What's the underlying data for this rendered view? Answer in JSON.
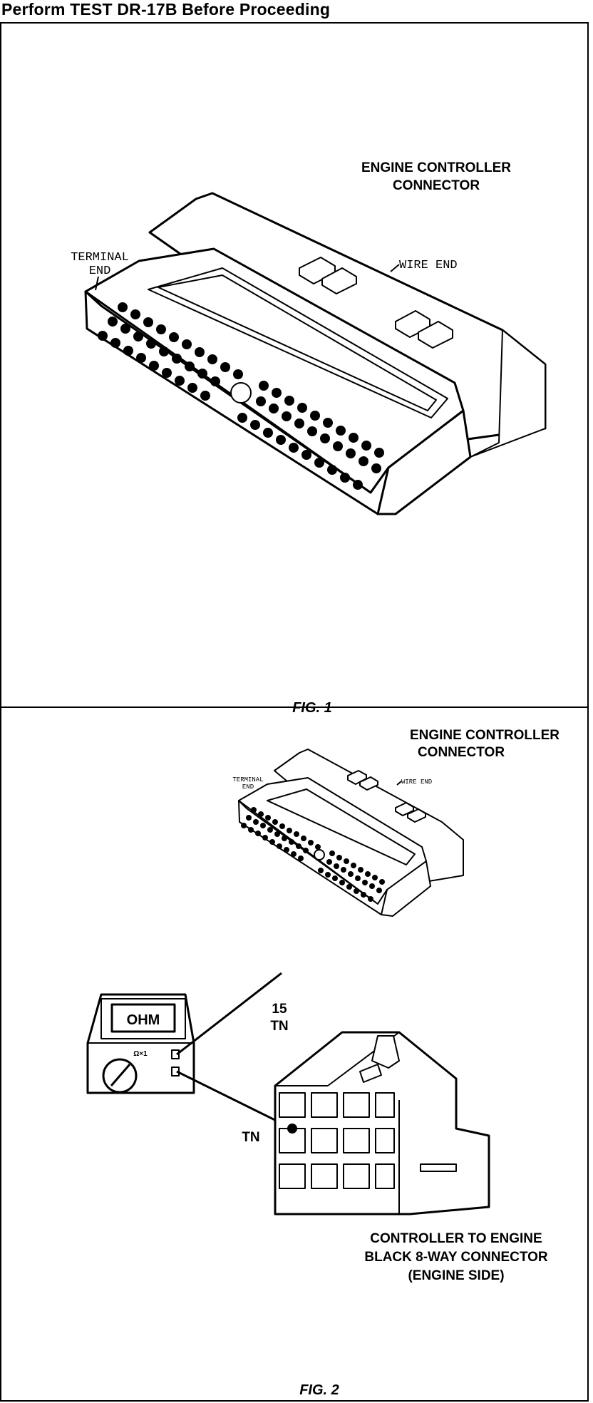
{
  "header": {
    "title": "Perform TEST DR-17B Before Proceeding"
  },
  "fig1": {
    "caption": "FIG. 1",
    "title_line1": "ENGINE CONTROLLER",
    "title_line2": "CONNECTOR",
    "terminal_end_line1": "TERMINAL",
    "terminal_end_line2": "END",
    "wire_end": "WIRE END"
  },
  "fig2": {
    "caption": "FIG. 2",
    "title_line1": "ENGINE CONTROLLER",
    "title_line2": "CONNECTOR",
    "terminal_end_line1": "TERMINAL",
    "terminal_end_line2": "END",
    "wire_end": "WIRE END",
    "pin_number": "15",
    "pin_wire_color": "TN",
    "meter_display": "OHM",
    "meter_range": "Ω×1",
    "cavity_wire_color": "TN",
    "eight_way_line1": "CONTROLLER TO ENGINE",
    "eight_way_line2": "BLACK 8-WAY CONNECTOR",
    "eight_way_line3": "(ENGINE SIDE)"
  }
}
